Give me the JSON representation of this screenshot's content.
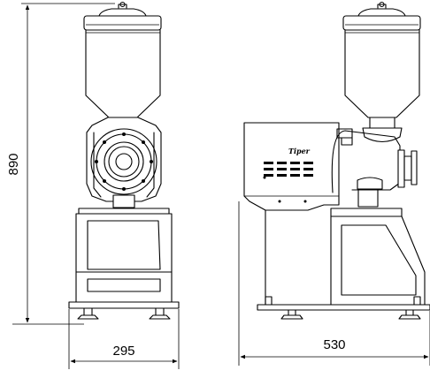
{
  "dimensions": {
    "height": {
      "value": "890"
    },
    "front_width": {
      "value": "295"
    },
    "side_width": {
      "value": "530"
    }
  },
  "brand_label": "Tiper"
}
